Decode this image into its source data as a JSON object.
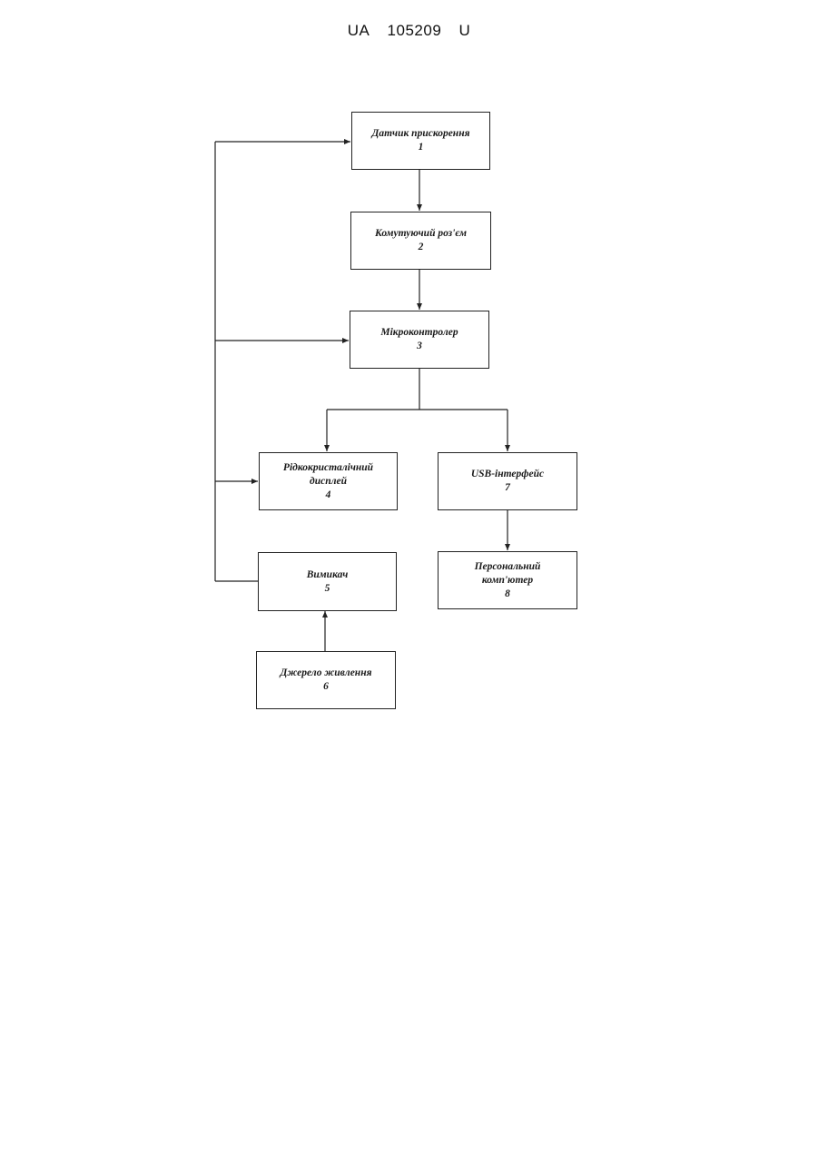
{
  "header": {
    "country": "UA",
    "number": "105209",
    "kind": "U"
  },
  "diagram": {
    "blocks": {
      "b1": {
        "label": "Датчик прискорення",
        "num": "1"
      },
      "b2": {
        "label": "Комутуючий роз'єм",
        "num": "2"
      },
      "b3": {
        "label": "Мікроконтролер",
        "num": "3"
      },
      "b4": {
        "label_line1": "Рідкокристалічний",
        "label_line2": "дисплей",
        "num": "4"
      },
      "b5": {
        "label": "Вимикач",
        "num": "5"
      },
      "b6": {
        "label": "Джерело живлення",
        "num": "6"
      },
      "b7": {
        "label": "USB-інтерфейс",
        "num": "7"
      },
      "b8": {
        "label_line1": "Персональний",
        "label_line2": "комп'ютер",
        "num": "8"
      }
    }
  }
}
